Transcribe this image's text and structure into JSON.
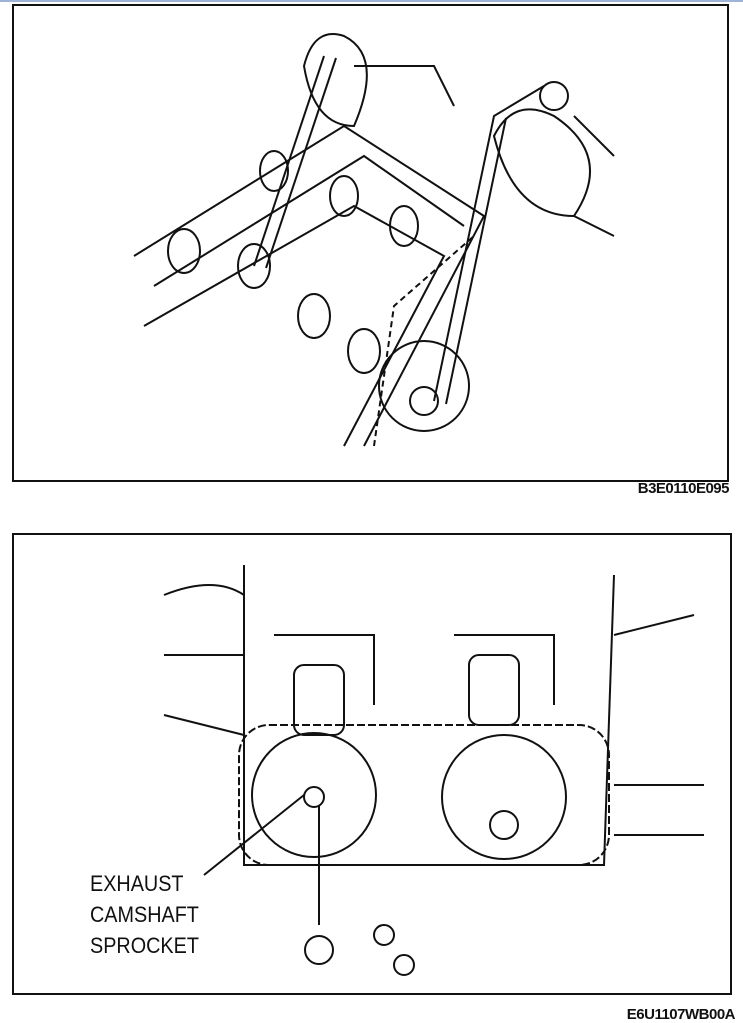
{
  "figure1": {
    "code": "B3E0110E095"
  },
  "figure2": {
    "code": "E6U1107WB00A",
    "callout": [
      "EXHAUST",
      "CAMSHAFT",
      "SPROCKET"
    ]
  }
}
